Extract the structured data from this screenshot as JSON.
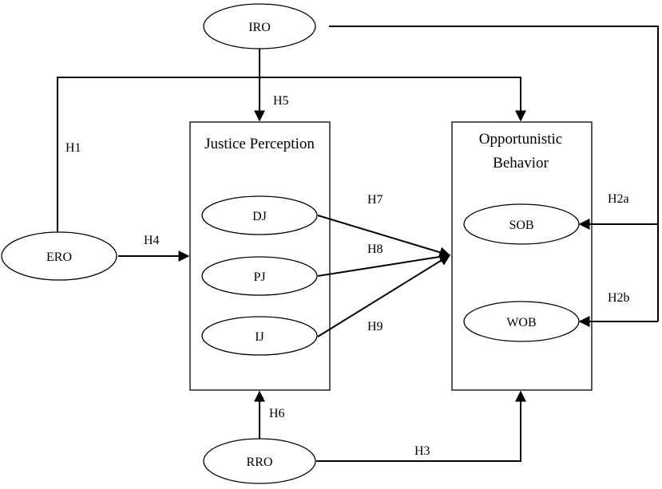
{
  "nodes": {
    "iro": "IRO",
    "ero": "ERO",
    "rro": "RRO",
    "dj": "DJ",
    "pj": "PJ",
    "ij": "IJ",
    "sob": "SOB",
    "wob": "WOB"
  },
  "boxes": {
    "justice_title": "Justice Perception",
    "opportunistic_title_line1": "Opportunistic",
    "opportunistic_title_line2": "Behavior"
  },
  "hypotheses": {
    "h1": "H1",
    "h2a": "H2a",
    "h2b": "H2b",
    "h3": "H3",
    "h4": "H4",
    "h5": "H5",
    "h6": "H6",
    "h7": "H7",
    "h8": "H8",
    "h9": "H9"
  }
}
